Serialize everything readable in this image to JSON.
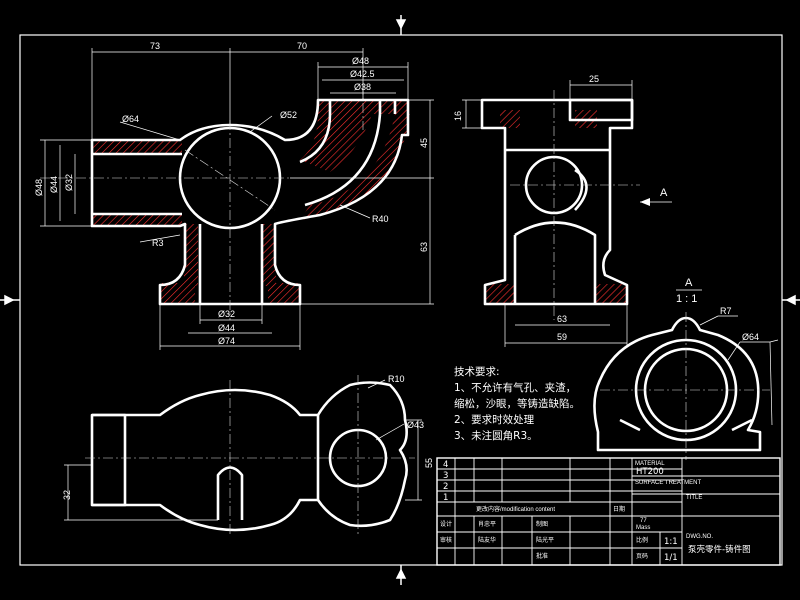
{
  "dims": {
    "d73": "73",
    "d70": "70",
    "d48top": "Ø48",
    "d425": "Ø42.5",
    "d38": "Ø38",
    "d64": "Ø64",
    "d52": "Ø52",
    "d45": "45",
    "d63v": "63",
    "d48l": "Ø48",
    "d44l": "Ø44",
    "d32l": "Ø32",
    "r40": "R40",
    "r3": "R3",
    "d32b": "Ø32",
    "d44b": "Ø44",
    "d74b": "Ø74",
    "d16": "16",
    "d25": "25",
    "d63h": "63",
    "d59": "59",
    "view_a_arrow": "A",
    "view_a_title": "A",
    "scale": "1 : 1",
    "r7": "R7",
    "d64r": "Ø64",
    "r10": "R10",
    "d43": "Ø43",
    "d55": "55",
    "d32v": "32"
  },
  "notes": {
    "title": "技术要求:",
    "line1": "1、不允许有气孔、夹渣，",
    "line2": "缩松，沙眼，等铸造缺陷。",
    "line3": "2、要求时效处理",
    "line4": "3、未注圆角R3。"
  },
  "title_block": {
    "rows": [
      "4",
      "3",
      "2",
      "1"
    ],
    "material_label": "MATERIAL",
    "material": "HT200",
    "treatment_label": "SURFACE TREATMENT",
    "title_label": "TITLE",
    "mod_label": "更改内容/modification content",
    "date_label": "日期",
    "design_label": "设计",
    "designer": "肖忠平",
    "check_label": "审核",
    "checker": "陆友华",
    "drawing_label": "制图",
    "draw_name": "陆光平",
    "approve_label": "批准",
    "mass_label": "Mass",
    "mass": "77",
    "scale_label": "比例",
    "scale": "1:1",
    "page_label": "页码",
    "page": "1/1",
    "dwg_label": "DWG.NO.",
    "part_name": "泵壳零件-铸件图"
  }
}
